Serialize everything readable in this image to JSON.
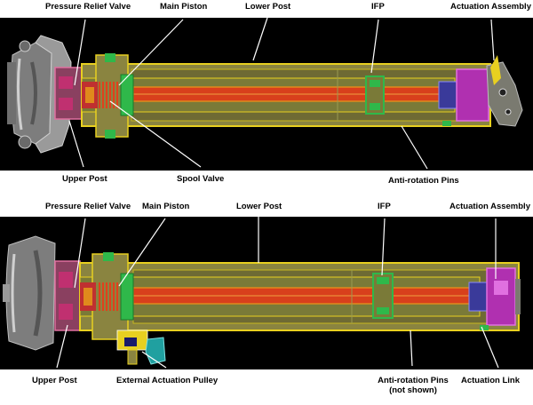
{
  "top_diagram": {
    "labels": {
      "pressure_relief_valve": "Pressure Relief Valve",
      "main_piston": "Main Piston",
      "lower_post": "Lower Post",
      "ifp": "IFP",
      "actuation_assembly": "Actuation Assembly",
      "upper_post": "Upper Post",
      "spool_valve": "Spool Valve",
      "anti_rotation_pins": "Anti-rotation Pins"
    }
  },
  "bottom_diagram": {
    "labels": {
      "pressure_relief_valve": "Pressure Relief Valve",
      "main_piston": "Main Piston",
      "lower_post": "Lower Post",
      "ifp": "IFP",
      "actuation_assembly": "Actuation Assembly",
      "upper_post": "Upper Post",
      "external_actuation_pulley": "External Actuation Pulley",
      "anti_rotation_pins_line1": "Anti-rotation Pins",
      "anti_rotation_pins_line2": "(not shown)",
      "actuation_link": "Actuation Link"
    }
  },
  "colors": {
    "background_panel": "#000000",
    "tube_yellow": "#e8d020",
    "tube_fill": "#8a8440",
    "core_red": "#d8401c",
    "core_orange": "#e08a1c",
    "green_parts": "#2fb84a",
    "magenta_parts": "#c030c0",
    "pink_parts": "#e070a0",
    "clamp_grey": "#8a8a8a",
    "callout_white": "#ffffff"
  }
}
